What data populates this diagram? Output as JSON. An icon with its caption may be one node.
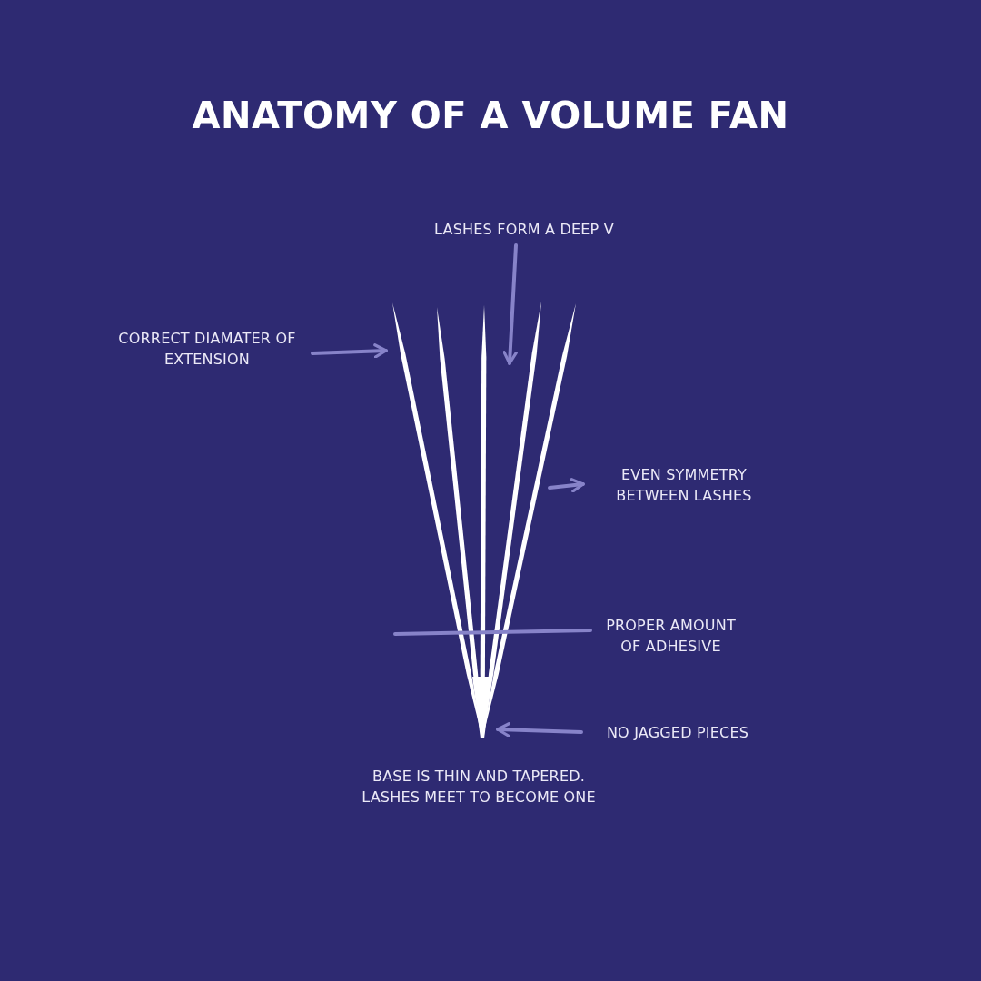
{
  "diagram": {
    "title": "ANATOMY OF A VOLUME FAN",
    "nodes": [
      {
        "text": [
          "LASHES FORM A DEEP V"
        ]
      },
      {
        "text": [
          "CORRECT DIAMATER OF EXTENSION"
        ]
      },
      {
        "text": [
          "EVEN SYMMETRY BETWEEN LASHES"
        ]
      },
      {
        "text": [
          "PROPER AMOUNT OF ADHESIVE"
        ]
      },
      {
        "text": [
          "NO JAGGED PIECES"
        ]
      },
      {
        "text": [],
        "shape": "picture"
      }
    ],
    "edges": [
      {
        "from": 0,
        "to": 5,
        "arrow": "to"
      },
      {
        "from": 1,
        "to": 5,
        "arrow": "to"
      },
      {
        "from": 5,
        "to": 2,
        "arrow": "to"
      },
      {
        "from": 3,
        "to": 5,
        "arrow": "none"
      },
      {
        "from": 4,
        "to": 5,
        "arrow": "to"
      }
    ],
    "labels": [
      "BASE IS THIN AND TAPERED. LASHES MEET TO BECOME ONE"
    ]
  }
}
